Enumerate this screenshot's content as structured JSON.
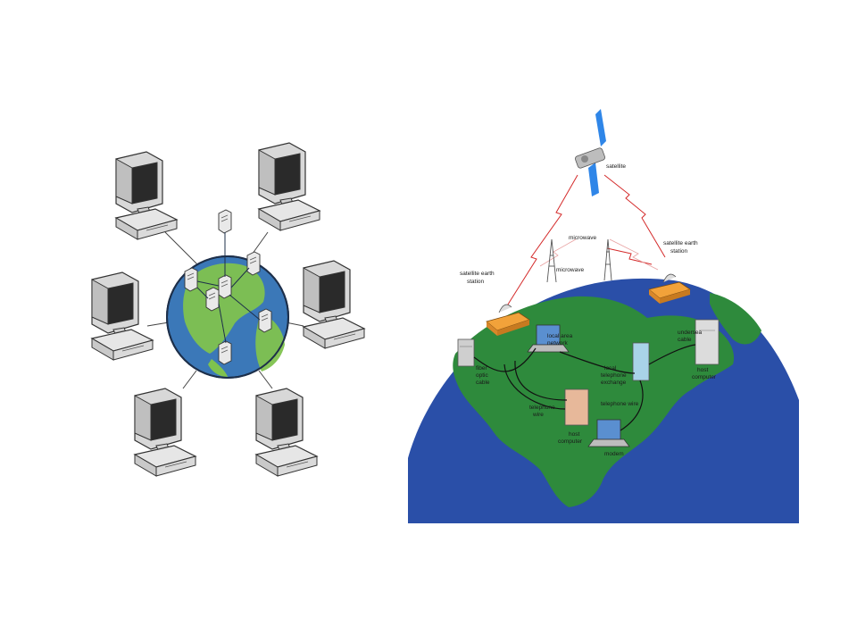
{
  "left": {
    "computers": [
      "workstation",
      "workstation",
      "workstation",
      "workstation",
      "workstation",
      "workstation"
    ],
    "servers": [
      "server",
      "server",
      "server",
      "server",
      "server",
      "server",
      "server"
    ]
  },
  "right": {
    "labels": {
      "satellite": "satellite",
      "earth_station_left_1": "satellite earth",
      "earth_station_left_2": "station",
      "earth_station_right_1": "satellite earth",
      "earth_station_right_2": "station",
      "microwave_1": "microwave",
      "microwave_2": "microwave",
      "local_area_1": "local area",
      "local_area_2": "network",
      "fiber_1": "fiber",
      "fiber_2": "optic",
      "fiber_3": "cable",
      "undersea_1": "undersea",
      "undersea_2": "cable",
      "host_computer_1a": "host",
      "host_computer_1b": "computer",
      "local_exchange_1": "local",
      "local_exchange_2": "telephone",
      "local_exchange_3": "exchange",
      "telephone_wire": "telephone wire",
      "telephone_line_1": "telephone",
      "telephone_line_2": "wire",
      "host_computer_2a": "host",
      "host_computer_2b": "computer",
      "modem": "modem"
    },
    "colors": {
      "ocean": "#2a4fa8",
      "land": "#2e8a3c",
      "signal": "#d42a2a",
      "station": "#f2a23a",
      "satellite_panel": "#2f86e8"
    }
  }
}
